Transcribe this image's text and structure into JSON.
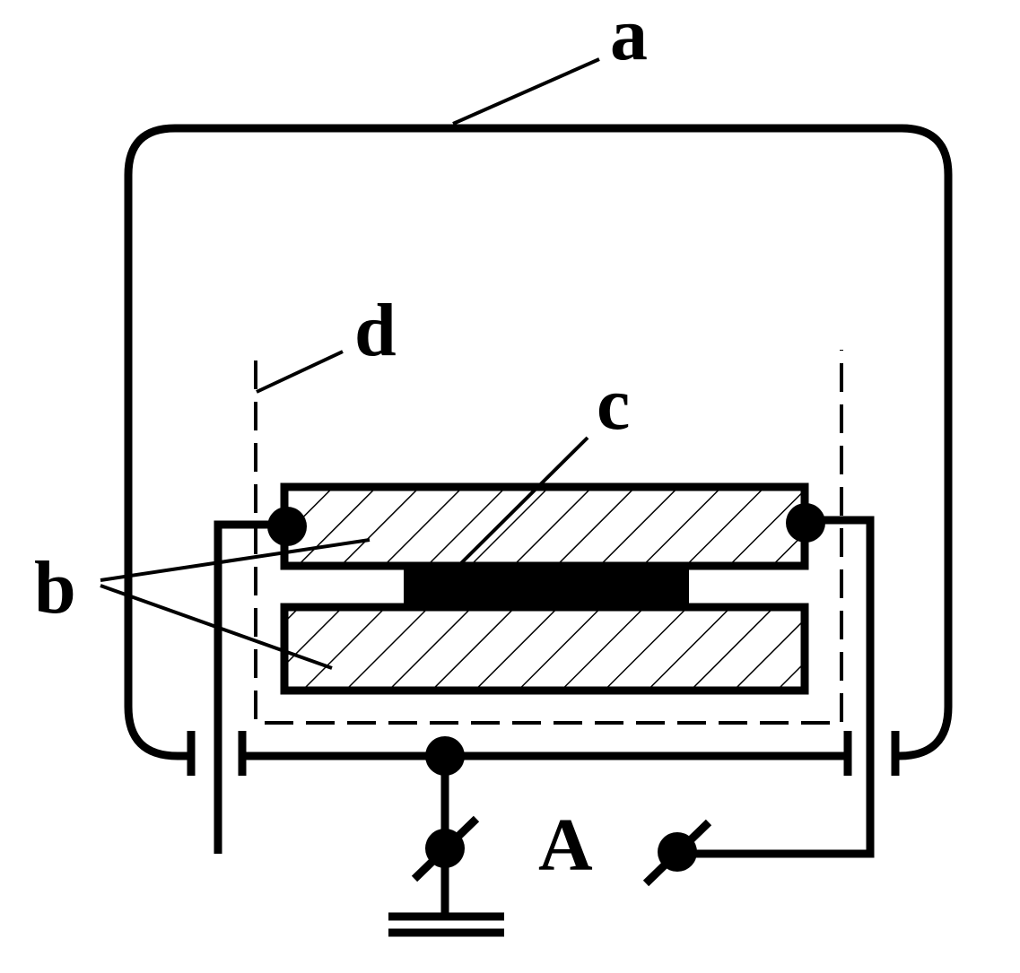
{
  "labels": {
    "a": "a",
    "b": "b",
    "c": "c",
    "d": "d",
    "A": "A"
  },
  "colors": {
    "ink": "#000000",
    "background": "#ffffff"
  }
}
